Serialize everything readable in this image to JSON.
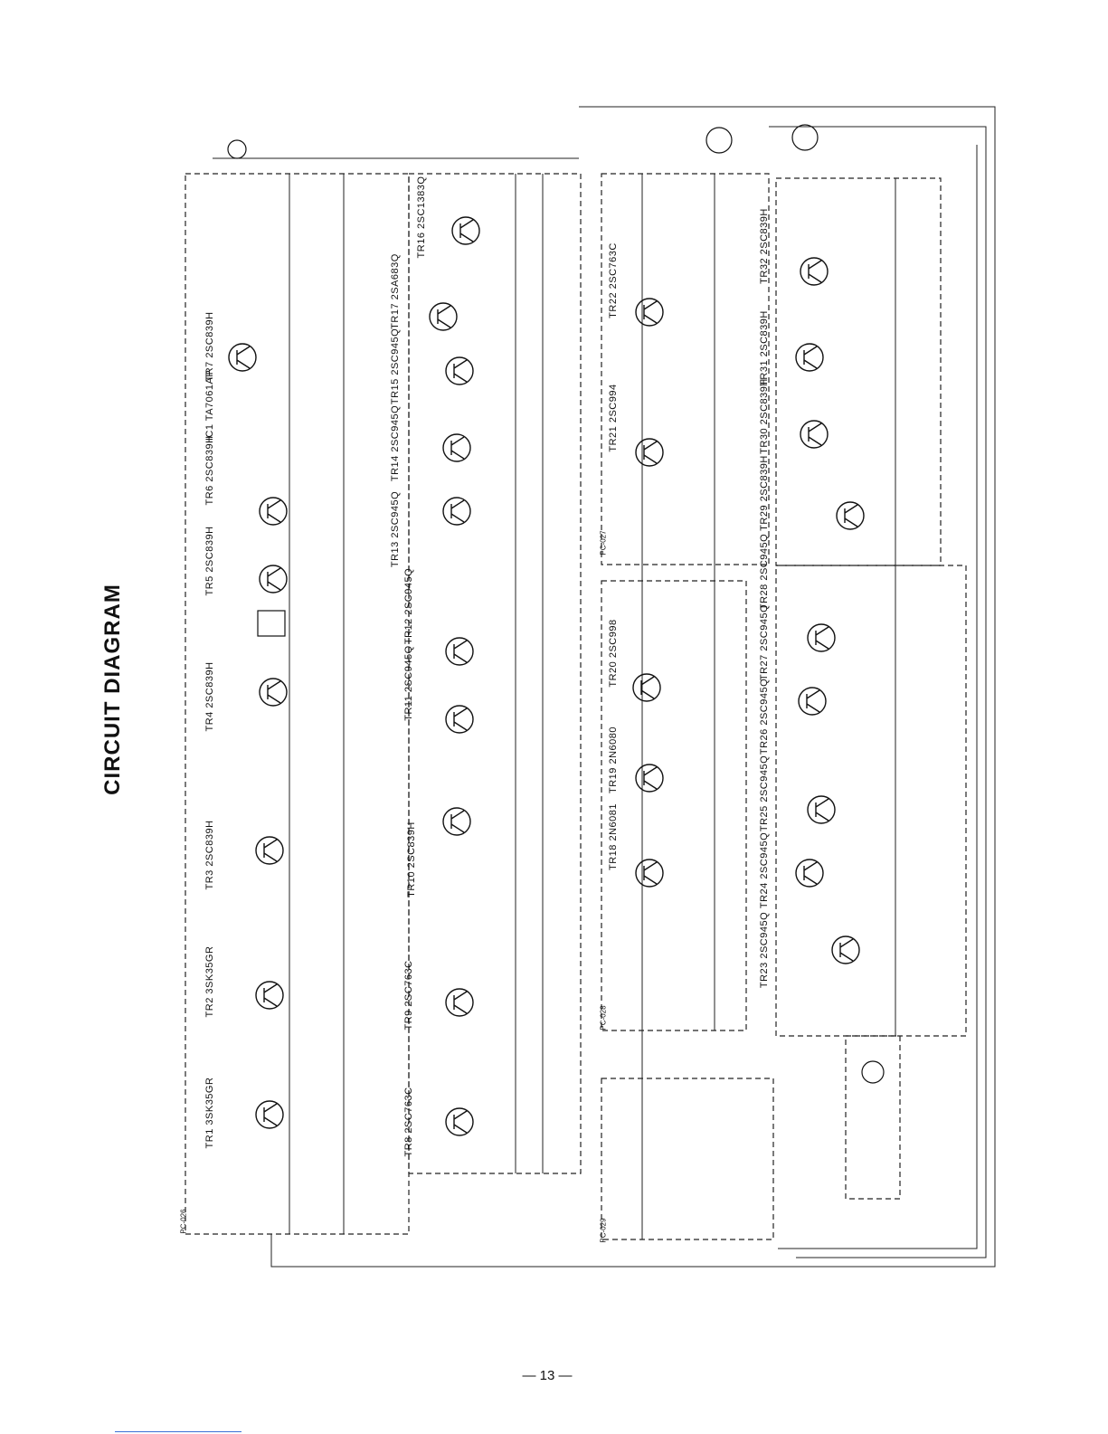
{
  "title": "CIRCUIT DIAGRAM",
  "page_number": "— 13 —",
  "boards": [
    "PC-026",
    "PC-027",
    "PC-028",
    "PC-029"
  ],
  "components": {
    "left": [
      "TR1 3SK35GR",
      "TR2 3SK35GR",
      "TR3 2SC839H",
      "TR4 2SC839H",
      "TR5 2SC839H",
      "TR6 2SC839H",
      "IC1 TA7061AP",
      "TR7 2SC839H"
    ],
    "middle": [
      "TR8 2SC763C",
      "TR9 2SC763C",
      "TR10 2SC839H",
      "TR11 2SC945Q",
      "TR12 2SC945Q",
      "TR13 2SC945Q",
      "TR14 2SC945Q",
      "TR15 2SC945Q",
      "TR17 2SA683Q",
      "TR16 2SC1383Q"
    ],
    "right1": [
      "TR18 2N6081",
      "TR19 2N6080",
      "TR20 2SC998",
      "TR21 2SC994",
      "TR22 2SC763C"
    ],
    "right2": [
      "TR23 2SC945Q",
      "TR24 2SC945Q",
      "TR25 2SC945Q",
      "TR26 2SC945Q",
      "TR27 2SC945Q",
      "TR28 2SC945Q",
      "TR29 2SC839H",
      "TR30 2SC839H",
      "TR31 2SC839H",
      "TR32 2SC839H"
    ]
  }
}
